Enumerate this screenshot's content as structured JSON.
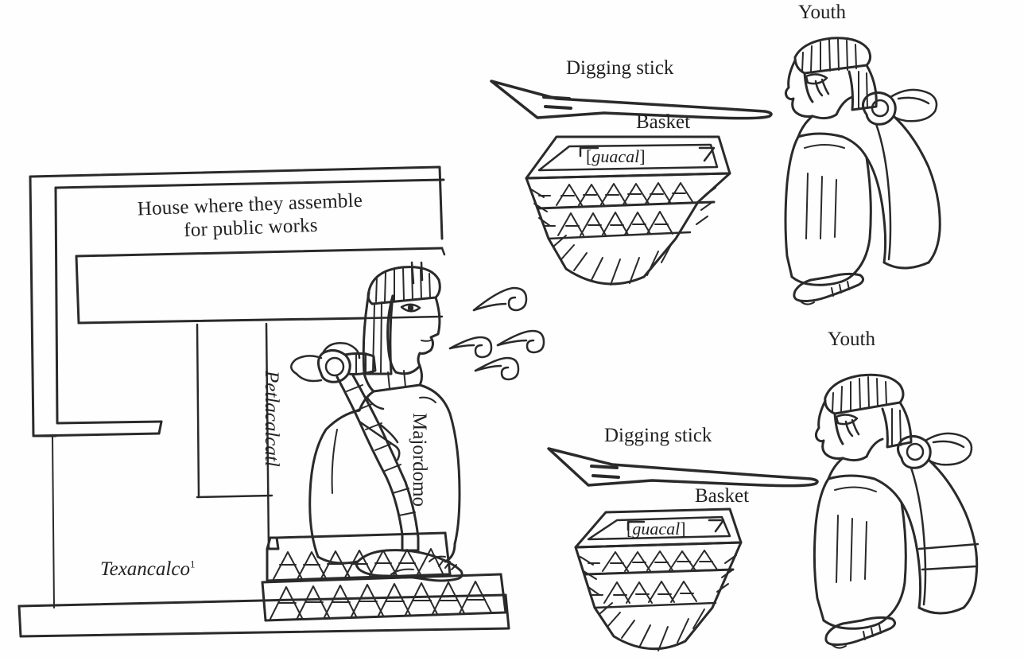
{
  "figure": {
    "type": "codex-illustration",
    "title_caption": "House where they assemble for public works",
    "line_color": "#2a2a2a",
    "background_color": "#fefefe"
  },
  "house": {
    "caption_line1": "House where they assemble",
    "caption_line2": "for public works",
    "place_name": "Texancalco",
    "place_name_footnote": "1"
  },
  "figures": {
    "majordomo": {
      "label_nahuatl": "Petlacalcatl",
      "label_spanish": "Majordomo",
      "speech_scroll_count": 4
    },
    "youth_top": {
      "label": "Youth"
    },
    "youth_bottom": {
      "label": "Youth"
    }
  },
  "tools": {
    "group_top": {
      "digging_stick_label": "Digging stick",
      "basket_label": "Basket",
      "basket_gloss_open": "[",
      "basket_gloss": "guacal",
      "basket_gloss_close": "]"
    },
    "group_bottom": {
      "digging_stick_label": "Digging stick",
      "basket_label": "Basket",
      "basket_gloss_open": "[",
      "basket_gloss": "guacal",
      "basket_gloss_close": "]"
    }
  }
}
